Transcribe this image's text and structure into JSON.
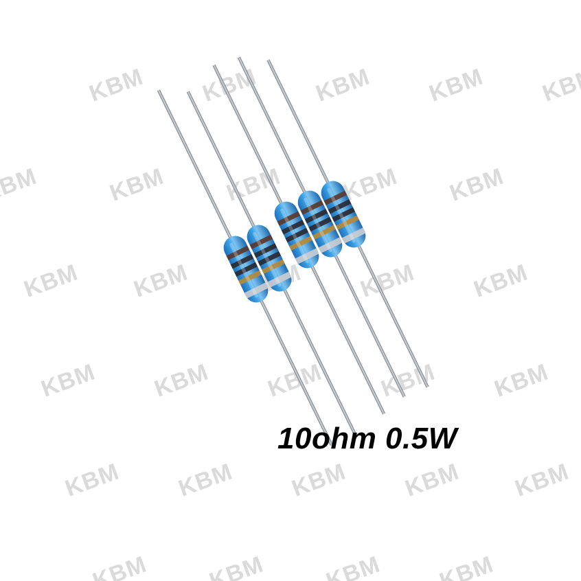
{
  "watermark_text": "KBM",
  "caption": "10ohm 0.5W",
  "colors": {
    "body": "#2e8fd6",
    "body_light": "#7cc4f0",
    "band_dark": "#2a2a33",
    "band_brown": "#5a3a2e",
    "band_silver": "#c9ccd0",
    "lead": "#8a8f94",
    "caption": "#000000"
  },
  "subject": {
    "resistor_count": 5,
    "items": [
      {
        "bands": [
          "brown",
          "black",
          "black",
          "gold",
          "silver"
        ]
      },
      {
        "bands": [
          "brown",
          "black",
          "black",
          "gold",
          "silver"
        ]
      },
      {
        "bands": [
          "brown",
          "black",
          "black",
          "gold",
          "silver"
        ]
      },
      {
        "bands": [
          "brown",
          "black",
          "black",
          "gold",
          "silver"
        ]
      },
      {
        "bands": [
          "brown",
          "black",
          "black",
          "gold",
          "silver"
        ]
      }
    ]
  }
}
